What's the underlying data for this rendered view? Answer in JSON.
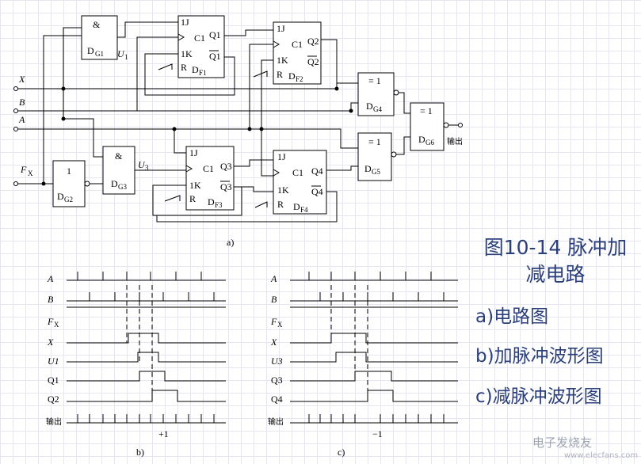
{
  "figure": {
    "title": "图10-14  脉冲加减电路",
    "items": [
      "a)电路图",
      "b)加脉冲波形图",
      "c)减脉冲波形图"
    ]
  },
  "circuit": {
    "label": "a)",
    "inputs": [
      {
        "label": "X"
      },
      {
        "label": "B"
      },
      {
        "label": "A"
      },
      {
        "label": "F",
        "sub": "X"
      }
    ],
    "gates": [
      {
        "symbol": "&",
        "label": "D",
        "sub": "G1"
      },
      {
        "symbol": "1",
        "label": "D",
        "sub": "G2"
      },
      {
        "symbol": "&",
        "label": "D",
        "sub": "G3"
      },
      {
        "symbol": "= 1",
        "label": "D",
        "sub": "G4"
      },
      {
        "symbol": "= 1",
        "label": "D",
        "sub": "G5"
      },
      {
        "symbol": "= 1",
        "label": "D",
        "sub": "G6"
      }
    ],
    "flipflops": [
      {
        "label": "D",
        "sub": "F1",
        "q": "Q1",
        "qn": "Q1"
      },
      {
        "label": "D",
        "sub": "F2",
        "q": "Q2",
        "qn": "Q2"
      },
      {
        "label": "D",
        "sub": "F3",
        "q": "Q3",
        "qn": "Q3"
      },
      {
        "label": "D",
        "sub": "F4",
        "q": "Q4",
        "qn": "Q4"
      }
    ],
    "pins": {
      "j": "1J",
      "k": "1K",
      "c": "C1",
      "r": "R"
    },
    "nets": [
      {
        "label": "U",
        "sub": "1"
      },
      {
        "label": "U",
        "sub": "3"
      }
    ],
    "output": "输出"
  },
  "waveforms_add": {
    "label": "b)",
    "signals": [
      "A",
      "B",
      "F",
      "X",
      "U1",
      "Q1",
      "Q2",
      "输出"
    ],
    "signal_subs": {
      "F": "X",
      "U1": "1",
      "Q1": "1",
      "Q2": "2"
    },
    "annotation": "+1"
  },
  "waveforms_sub": {
    "label": "c)",
    "signals": [
      "A",
      "B",
      "F",
      "X",
      "U3",
      "Q3",
      "Q4",
      "输出"
    ],
    "signal_subs": {
      "F": "X",
      "U3": "3",
      "Q3": "3",
      "Q4": "4"
    },
    "annotation": "−1"
  },
  "watermark": {
    "text": "电子发烧友",
    "url": "www.elecfans.com"
  }
}
